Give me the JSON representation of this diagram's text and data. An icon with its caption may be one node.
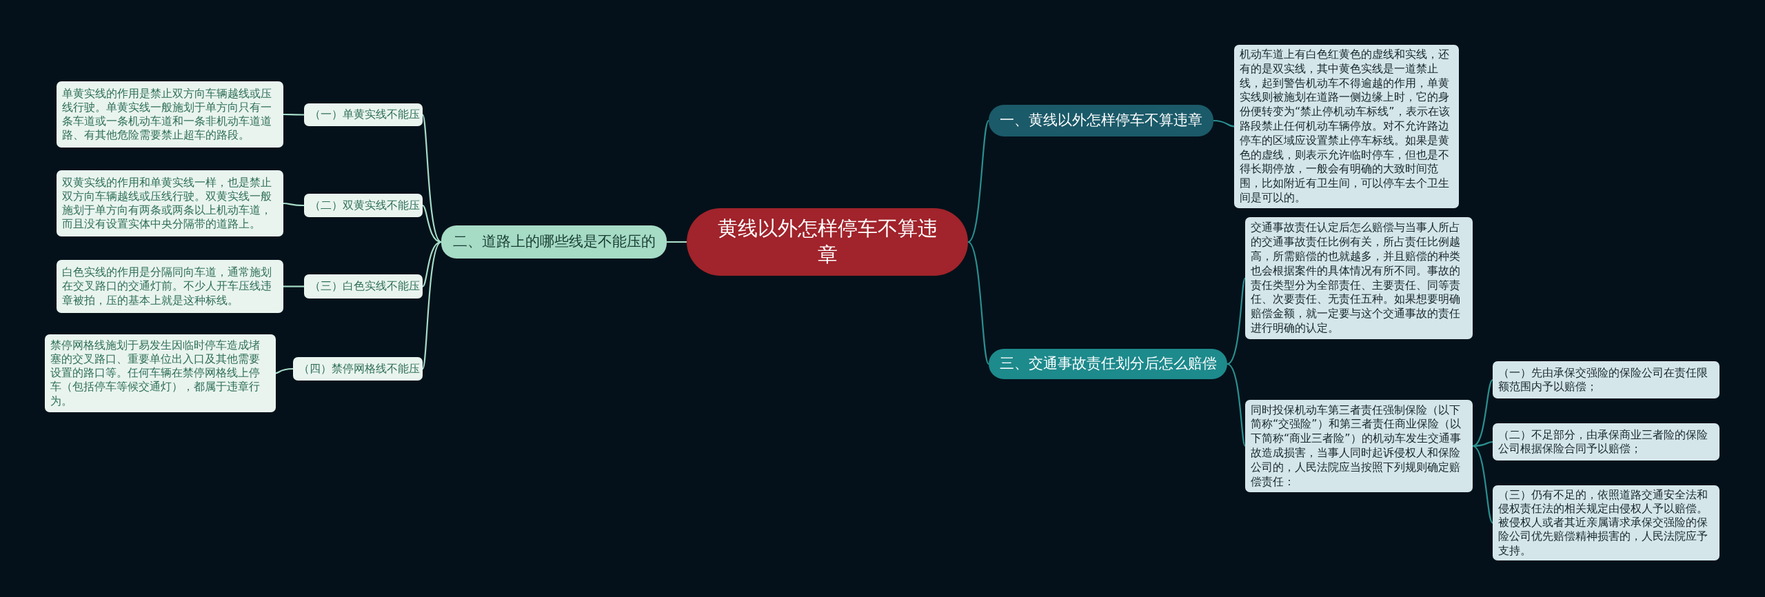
{
  "diagram": {
    "nodes": [
      {
        "text": [
          "黄线以外怎样停车不算违章"
        ]
      },
      {
        "text": [
          "一、黄线以外怎样停车不算违章"
        ]
      },
      {
        "text": [
          "机动车道上有白色红黄色的虚线和实线，还有的是双实线，其中黄色实线是一道禁止线，起到警告机动车不得逾越的作用，单黄实线则被施划在道路一侧边缘上时，它的身份便转变为“禁止停机动车标线”，表示在该路段禁止任何机动车辆停放。对不允许路边停车的区域应设置禁止停车标线。如果是黄色的虚线，则表示允许临时停车，但也是不得长期停放，一般会有明确的大致时间范围，比如附近有卫生间，可以停车去个卫生间是可以的。"
        ]
      },
      {
        "text": [
          "二、道路上的哪些线是不能压的"
        ]
      },
      {
        "text": [
          "（一）单黄实线不能压"
        ]
      },
      {
        "text": [
          "单黄实线的作用是禁止双方向车辆越线或压线行驶。单黄实线一般施划于单方向只有一条车道或一条机动车道和一条非机动车道道路、有其他危险需要禁止超车的路段。"
        ]
      },
      {
        "text": [
          "（二）双黄实线不能压"
        ]
      },
      {
        "text": [
          "双黄实线的作用和单黄实线一样，也是禁止双方向车辆越线或压线行驶。双黄实线一般施划于单方向有两条或两条以上机动车道，而且没有设置实体中央分隔带的道路上。"
        ]
      },
      {
        "text": [
          "（三）白色实线不能压"
        ]
      },
      {
        "text": [
          "白色实线的作用是分隔同向车道，通常施划在交叉路口的交通灯前。不少人开车压线违章被拍，压的基本上就是这种标线。"
        ]
      },
      {
        "text": [
          "（四）禁停网格线不能压"
        ]
      },
      {
        "text": [
          "禁停网格线施划于易发生因临时停车造成堵塞的交叉路口、重要单位出入口及其他需要设置的路口等。任何车辆在禁停网格线上停车（包括停车等候交通灯），都属于违章行为。"
        ]
      },
      {
        "text": [
          "三、交通事故责任划分后怎么赔偿"
        ]
      },
      {
        "text": [
          "交通事故责任认定后怎么赔偿与当事人所占的交通事故责任比例有关，所占责任比例越高，所需赔偿的也就越多，并且赔偿的种类也会根据案件的具体情况有所不同。事故的责任类型分为全部责任、主要责任、同等责任、次要责任、无责任五种。如果想要明确赔偿金额，就一定要与这个交通事故的责任进行明确的认定。"
        ]
      },
      {
        "text": [
          "同时投保机动车第三者责任强制保险（以下简称“交强险”）和第三者责任商业保险（以下简称“商业三者险”）的机动车发生交通事故造成损害，当事人同时起诉侵权人和保险公司的，人民法院应当按照下列规则确定赔偿责任："
        ]
      },
      {
        "text": [
          "（一）先由承保交强险的保险公司在责任限额范围内予以赔偿；"
        ]
      },
      {
        "text": [
          "（二）不足部分，由承保商业三者险的保险公司根据保险合同予以赔偿；"
        ]
      },
      {
        "text": [
          "（三）仍有不足的，依照道路交通安全法和侵权责任法的相关规定由侵权人予以赔偿。被侵权人或者其近亲属请求承保交强险的保险公司优先赔偿精神损害的，人民法院应予支持。"
        ]
      }
    ],
    "edges": [
      {
        "from": 0,
        "to": 1,
        "arrow": "none",
        "color": "#2b8f8f"
      },
      {
        "from": 1,
        "to": 2,
        "arrow": "none",
        "color": "#2b8f8f"
      },
      {
        "from": 0,
        "to": 3,
        "arrow": "none",
        "color": "#a6dbc6"
      },
      {
        "from": 3,
        "to": 4,
        "arrow": "none",
        "color": "#a6dbc6"
      },
      {
        "from": 3,
        "to": 6,
        "arrow": "none",
        "color": "#a6dbc6"
      },
      {
        "from": 3,
        "to": 8,
        "arrow": "none",
        "color": "#a6dbc6"
      },
      {
        "from": 3,
        "to": 10,
        "arrow": "none",
        "color": "#a6dbc6"
      },
      {
        "from": 4,
        "to": 5,
        "arrow": "none",
        "color": "#a6dbc6"
      },
      {
        "from": 6,
        "to": 7,
        "arrow": "none",
        "color": "#a6dbc6"
      },
      {
        "from": 8,
        "to": 9,
        "arrow": "none",
        "color": "#a6dbc6"
      },
      {
        "from": 10,
        "to": 11,
        "arrow": "none",
        "color": "#a6dbc6"
      },
      {
        "from": 0,
        "to": 12,
        "arrow": "none",
        "color": "#2b8f8f"
      },
      {
        "from": 12,
        "to": 13,
        "arrow": "none",
        "color": "#2b8f8f"
      },
      {
        "from": 12,
        "to": 14,
        "arrow": "none",
        "color": "#2b8f8f"
      },
      {
        "from": 14,
        "to": 15,
        "arrow": "none",
        "color": "#2b8f8f"
      },
      {
        "from": 14,
        "to": 16,
        "arrow": "none",
        "color": "#2b8f8f"
      },
      {
        "from": 14,
        "to": 17,
        "arrow": "none",
        "color": "#2b8f8f"
      }
    ]
  }
}
